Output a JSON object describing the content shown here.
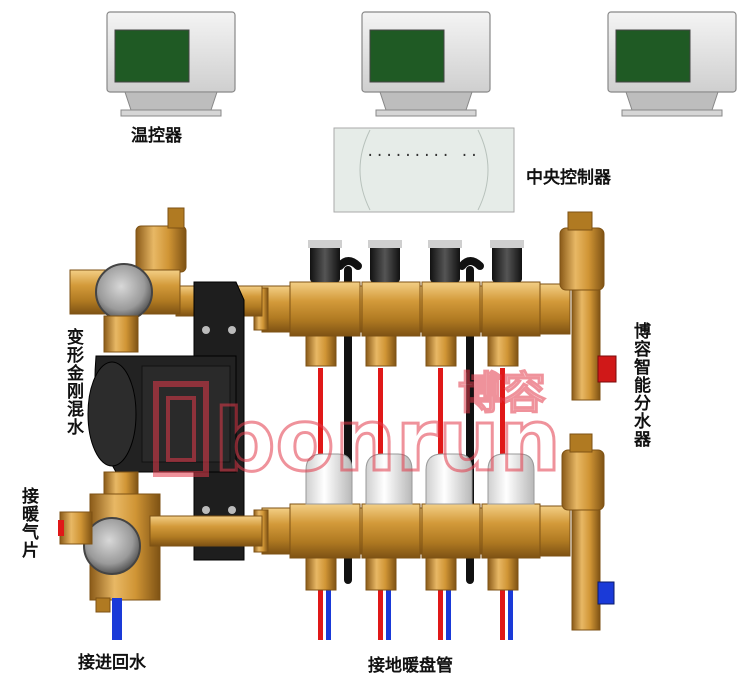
{
  "labels": {
    "thermostat": "温控器",
    "central_controller": "中央控制器",
    "mixing_water": "变形金刚混水",
    "smart_manifold": "博容智能分水器",
    "radiator": "接暖气片",
    "return_water": "接进回水",
    "floor_heating": "接地暖盘管"
  },
  "controller_display": ".........  ..",
  "watermark": {
    "brand_text": "bonrun",
    "brand_cn": "博容",
    "color": "#e23a4a"
  },
  "colors": {
    "brass": "#c8902f",
    "brass_dark": "#8a5a18",
    "brass_light": "#f0c878",
    "screen_green": "#1f5a24",
    "pipe_red": "#e01818",
    "pipe_blue": "#1a3ad8",
    "actuator_white": "#f2f2f2",
    "pump_black": "#222222"
  }
}
